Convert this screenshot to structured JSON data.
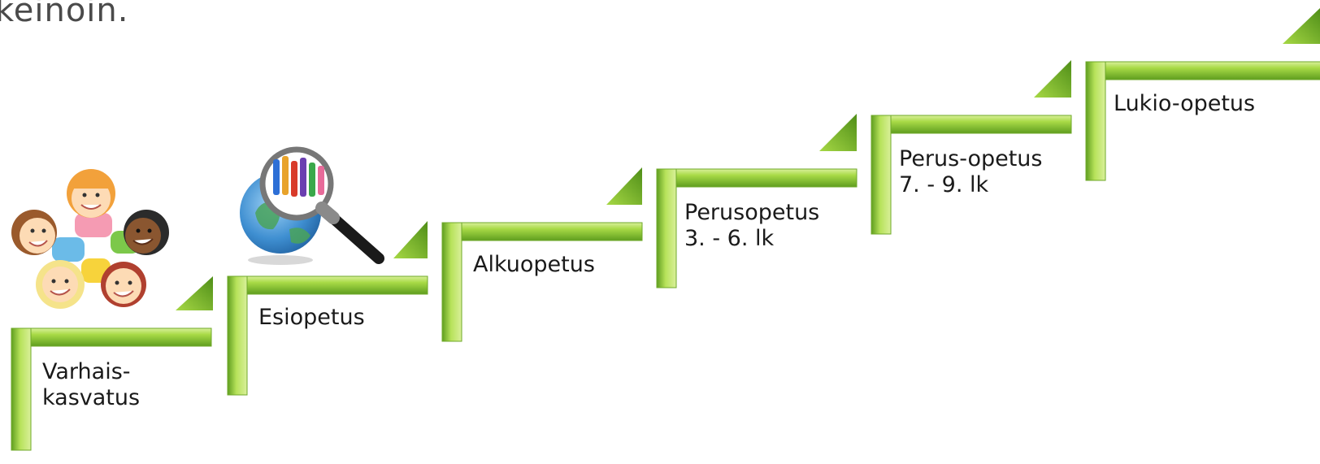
{
  "top_text": "keinoin.",
  "steps": [
    {
      "line1": "Varhais-",
      "line2": "kasvatus"
    },
    {
      "line1": "Esiopetus",
      "line2": ""
    },
    {
      "line1": "Alkuopetus",
      "line2": ""
    },
    {
      "line1": "Perusopetus",
      "line2": "3. - 6. lk"
    },
    {
      "line1": "Perus-opetus",
      "line2": "7. - 9. lk"
    },
    {
      "line1": "Lukio-opetus",
      "line2": ""
    }
  ],
  "illustrations": {
    "children": "children-circle-illustration",
    "globe": "globe-magnifier-illustration"
  },
  "colors": {
    "step_green": "#9fd43a",
    "step_dark": "#5f9e1f",
    "step_light": "#d9f09a",
    "text": "#1a1a1a"
  }
}
